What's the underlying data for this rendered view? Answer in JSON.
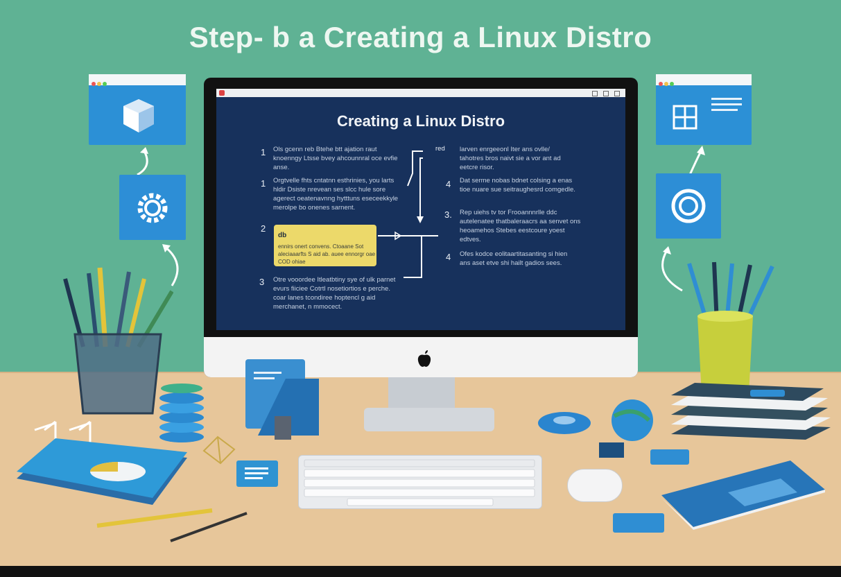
{
  "headline": "Step- b a Creating a Linux Distro",
  "screen": {
    "title": "Creating a Linux Distro",
    "steps": [
      {
        "num": "1",
        "text": "Ols gcenn reb Btehe btt ajation raut knoenngy Ltsse bvey ahcounnral oce evfie anse."
      },
      {
        "num": "1",
        "text": "Orgtvelle fhts cntatnn esthrinies, you larts hldir Dsiste nrevean ses slcc hule sore agerect oeatenavnng hytttuns eseceekkyle merolpe bo onenes sarnent."
      },
      {
        "num": "2",
        "text": ""
      },
      {
        "num": "3",
        "text": "Otre vooordee Itleatbtiny sye of ulk parnet evurs fiiciee Cotrtl nosetiortios e perche. coar lanes tcondiree hoptencl g aid merchanet, n mmocect."
      },
      {
        "num": "4",
        "text": "Dat serme nobas bdnet colsing a enas tioe nuare sue seitraughesrd comgedle."
      },
      {
        "num": "3.",
        "text": "Rep uiehs tv tor Frooannnrlle ddc autelenatee thatbaleraacrs aa senvet ons heoamehos Stebes eestcoure yoest edtves."
      },
      {
        "num": "4",
        "text": "Ofes kodce eolitaartitasanting si hien ans aset etve shi hailt gadios sees."
      }
    ],
    "right_top_text": "larven enrgeeonl Iter ans ovlle/ tahotres bros naivt sie a vor ant ad eetcre risor.",
    "right_top_label": "red",
    "note": {
      "title": "db",
      "body": "ennirs onert convens. Ctoaane Sot aleciaaarfts S aid ab. auee ennorgr oae COD ohiae"
    }
  },
  "colors": {
    "wall": "#5fb294",
    "desk": "#e7c69a",
    "screen": "#17315c",
    "note": "#ecd96a",
    "accent": "#2c90d6"
  },
  "icons": {
    "left_top": "cube-icon",
    "left_bottom": "gear-icon",
    "right_top": "window-grid-icon",
    "right_bottom": "ring-icon",
    "logo": "apple-logo-icon"
  }
}
